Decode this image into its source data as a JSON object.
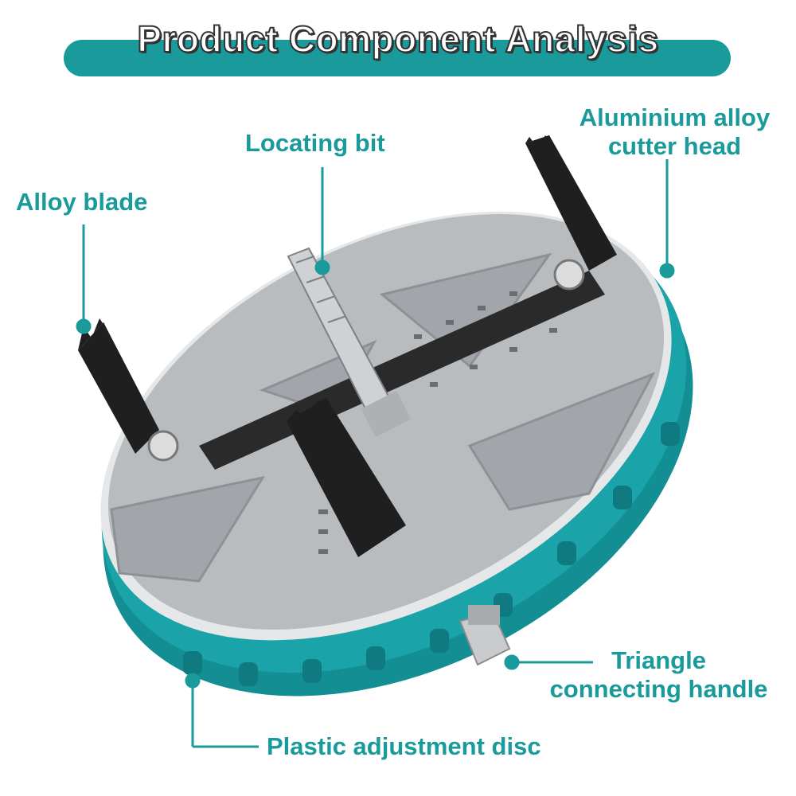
{
  "title": "Product Component Analysis",
  "labels": {
    "alloy_blade": "Alloy blade",
    "locating_bit": "Locating bit",
    "aluminium_head_line1": "Aluminium alloy",
    "aluminium_head_line2": "cutter head",
    "triangle_line1": "Triangle",
    "triangle_line2": "connecting handle",
    "plastic_disc": "Plastic adjustment disc"
  },
  "colors": {
    "accent": "#1a9a9a",
    "teal_disc": "#1aa3a8",
    "aluminium": "#b9bcbf",
    "blade": "#1f1f1f"
  }
}
